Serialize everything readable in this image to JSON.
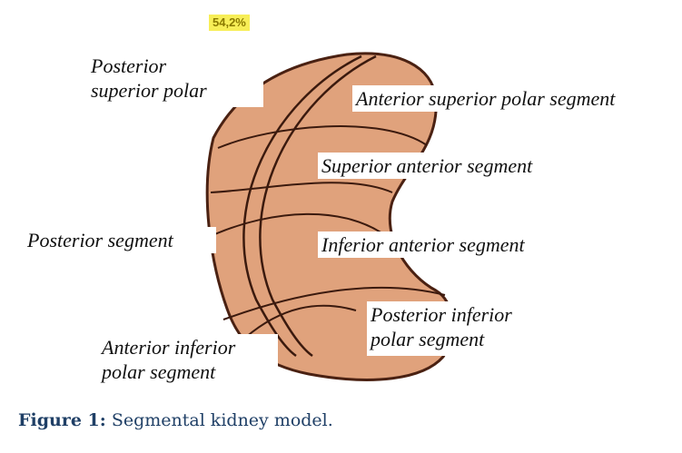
{
  "badge": {
    "text": "54,2%",
    "color": "#f7ee57"
  },
  "diagram": {
    "fill_color": "#e0a27c",
    "outline_color": "#4a2112",
    "segments": [
      {
        "id": "posterior-superior-polar",
        "lines": [
          "Posterior",
          "superior polar"
        ]
      },
      {
        "id": "anterior-superior-polar",
        "lines": [
          "Anterior superior polar segment"
        ]
      },
      {
        "id": "superior-anterior",
        "lines": [
          "Superior anterior segment"
        ]
      },
      {
        "id": "posterior",
        "lines": [
          "Posterior segment"
        ]
      },
      {
        "id": "inferior-anterior",
        "lines": [
          "Inferior anterior segment"
        ]
      },
      {
        "id": "posterior-inferior-polar",
        "lines": [
          "Posterior inferior",
          "polar segment"
        ]
      },
      {
        "id": "anterior-inferior-polar",
        "lines": [
          "Anterior inferior",
          "polar segment"
        ]
      }
    ]
  },
  "caption": {
    "label": "Figure 1:",
    "text": "Segmental kidney model.",
    "color": "#1f3f66"
  }
}
